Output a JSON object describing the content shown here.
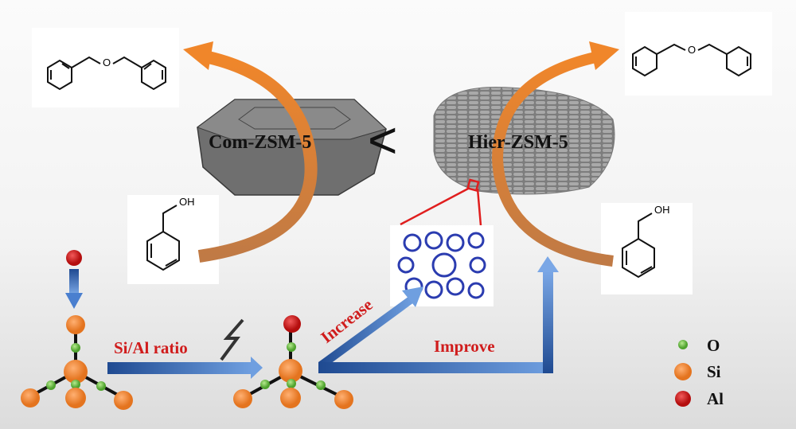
{
  "labels": {
    "com_zsm5": "Com-ZSM-5",
    "hier_zsm5": "Hier-ZSM-5",
    "comparison": "<",
    "si_al_ratio": "Si/Al ratio",
    "increase": "Increase",
    "improve": "Improve"
  },
  "molecules": {
    "ether_oxygen": "O",
    "alcohol_group": "OH"
  },
  "legend": [
    {
      "label": "O",
      "color": "#6cc04a"
    },
    {
      "label": "Si",
      "color": "#f08a3a"
    },
    {
      "label": "Al",
      "color": "#cc1f1f"
    }
  ],
  "colors": {
    "arrow_blue": "#2f5fa8",
    "label_red": "#d01c1c",
    "arc_orange": "#e58a3a"
  }
}
